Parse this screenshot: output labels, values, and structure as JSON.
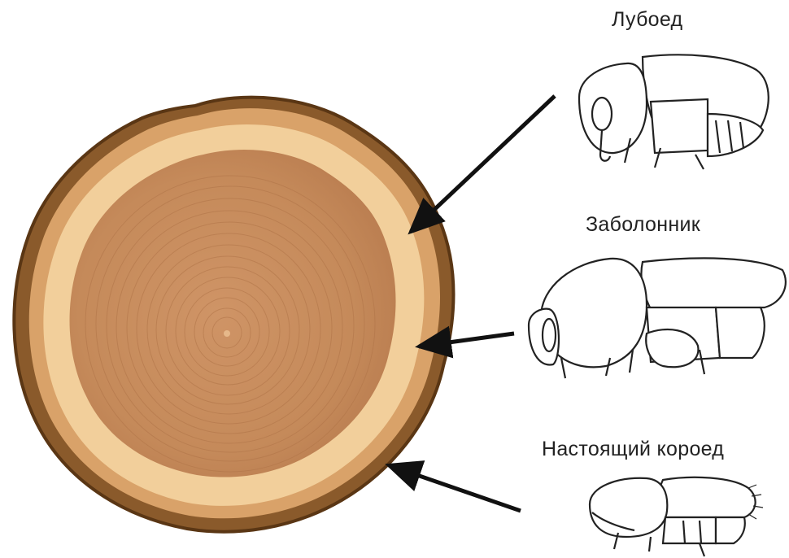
{
  "labels": {
    "luboed": "Лубоед",
    "zabolonnik": "Заболонник",
    "koroed": "Настоящий короед"
  },
  "colors": {
    "bark": "#8a5a2b",
    "bark_dark": "#5a3614",
    "cambium": "#d9a269",
    "sapwood": "#f2cf9b",
    "heartwood": "#c98c5e",
    "ring_line": "#b07448",
    "arrow": "#111111"
  },
  "icons": [
    "bark-beetle-illustration",
    "ambrosia-beetle-illustration",
    "true-bark-beetle-illustration"
  ]
}
